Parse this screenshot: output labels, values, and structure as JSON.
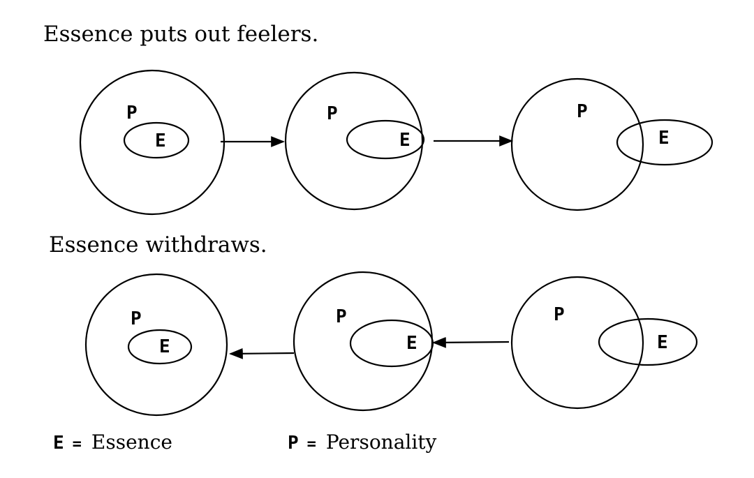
{
  "headings": {
    "feelers": "Essence puts out feelers.",
    "withdraws": "Essence withdraws."
  },
  "letters": {
    "personality": "P",
    "essence": "E"
  },
  "legend": {
    "essence_symbol": "E",
    "personality_symbol": "P",
    "equals": "=",
    "essence_word": "Essence",
    "personality_word": "Personality"
  }
}
